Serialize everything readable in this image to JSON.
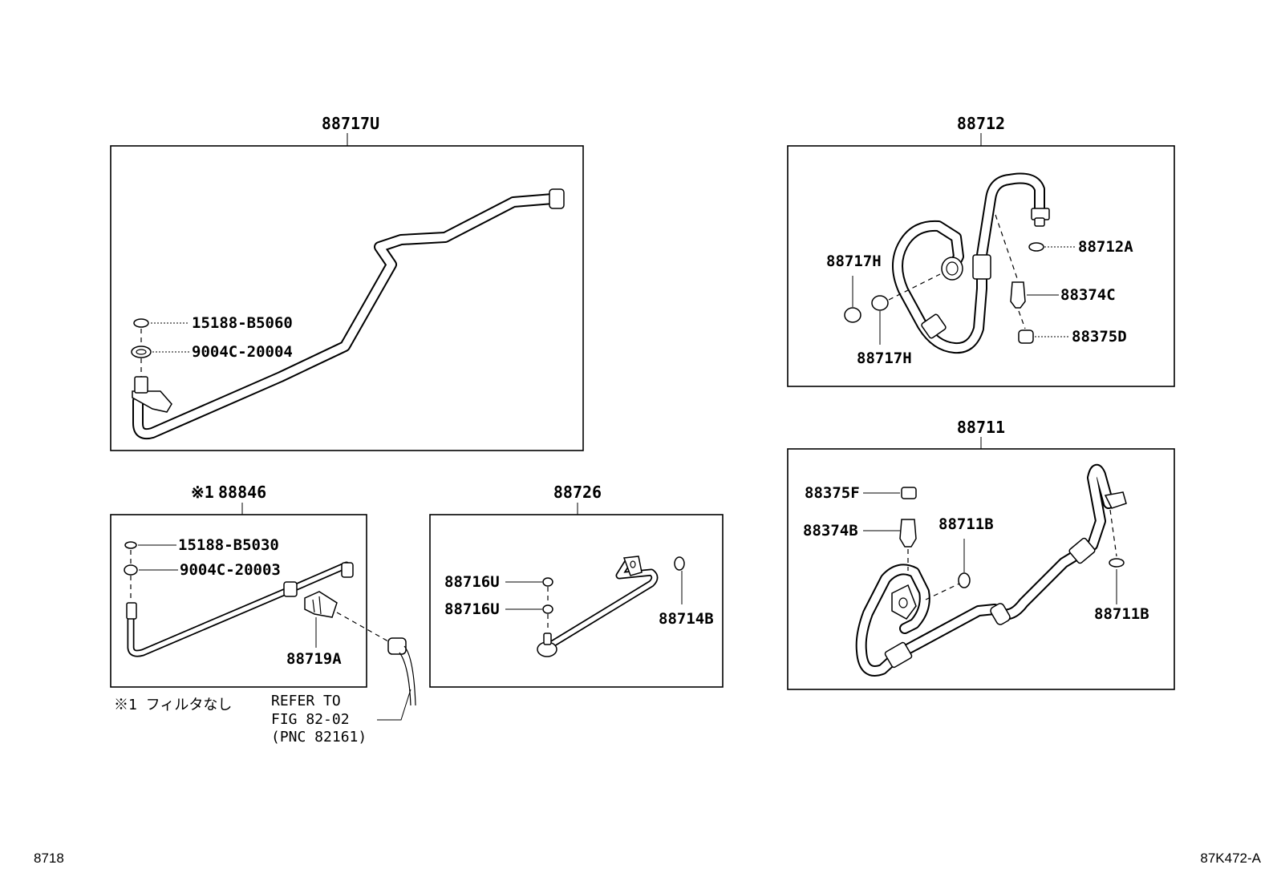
{
  "groups": {
    "g1": {
      "title": "88717U",
      "parts": [
        "15188-B5060",
        "9004C-20004"
      ]
    },
    "g2": {
      "title": "88712",
      "parts": [
        "88712A",
        "88717H",
        "88374C",
        "88375D",
        "88717H"
      ]
    },
    "g3": {
      "title": "88711",
      "parts": [
        "88375F",
        "88374B",
        "88711B",
        "88711B"
      ]
    },
    "g4": {
      "title_mark": "※1",
      "title": "88846",
      "parts": [
        "15188-B5030",
        "9004C-20003",
        "88719A"
      ]
    },
    "g5": {
      "title": "88726",
      "parts": [
        "88716U",
        "88716U",
        "88714B"
      ]
    }
  },
  "notes": {
    "footnote": "※1 フィルタなし",
    "refer_lines": [
      "REFER TO",
      "FIG 82-02",
      "(PNC 82161)"
    ]
  },
  "corners": {
    "left": "8718",
    "right": "87K472-A"
  }
}
